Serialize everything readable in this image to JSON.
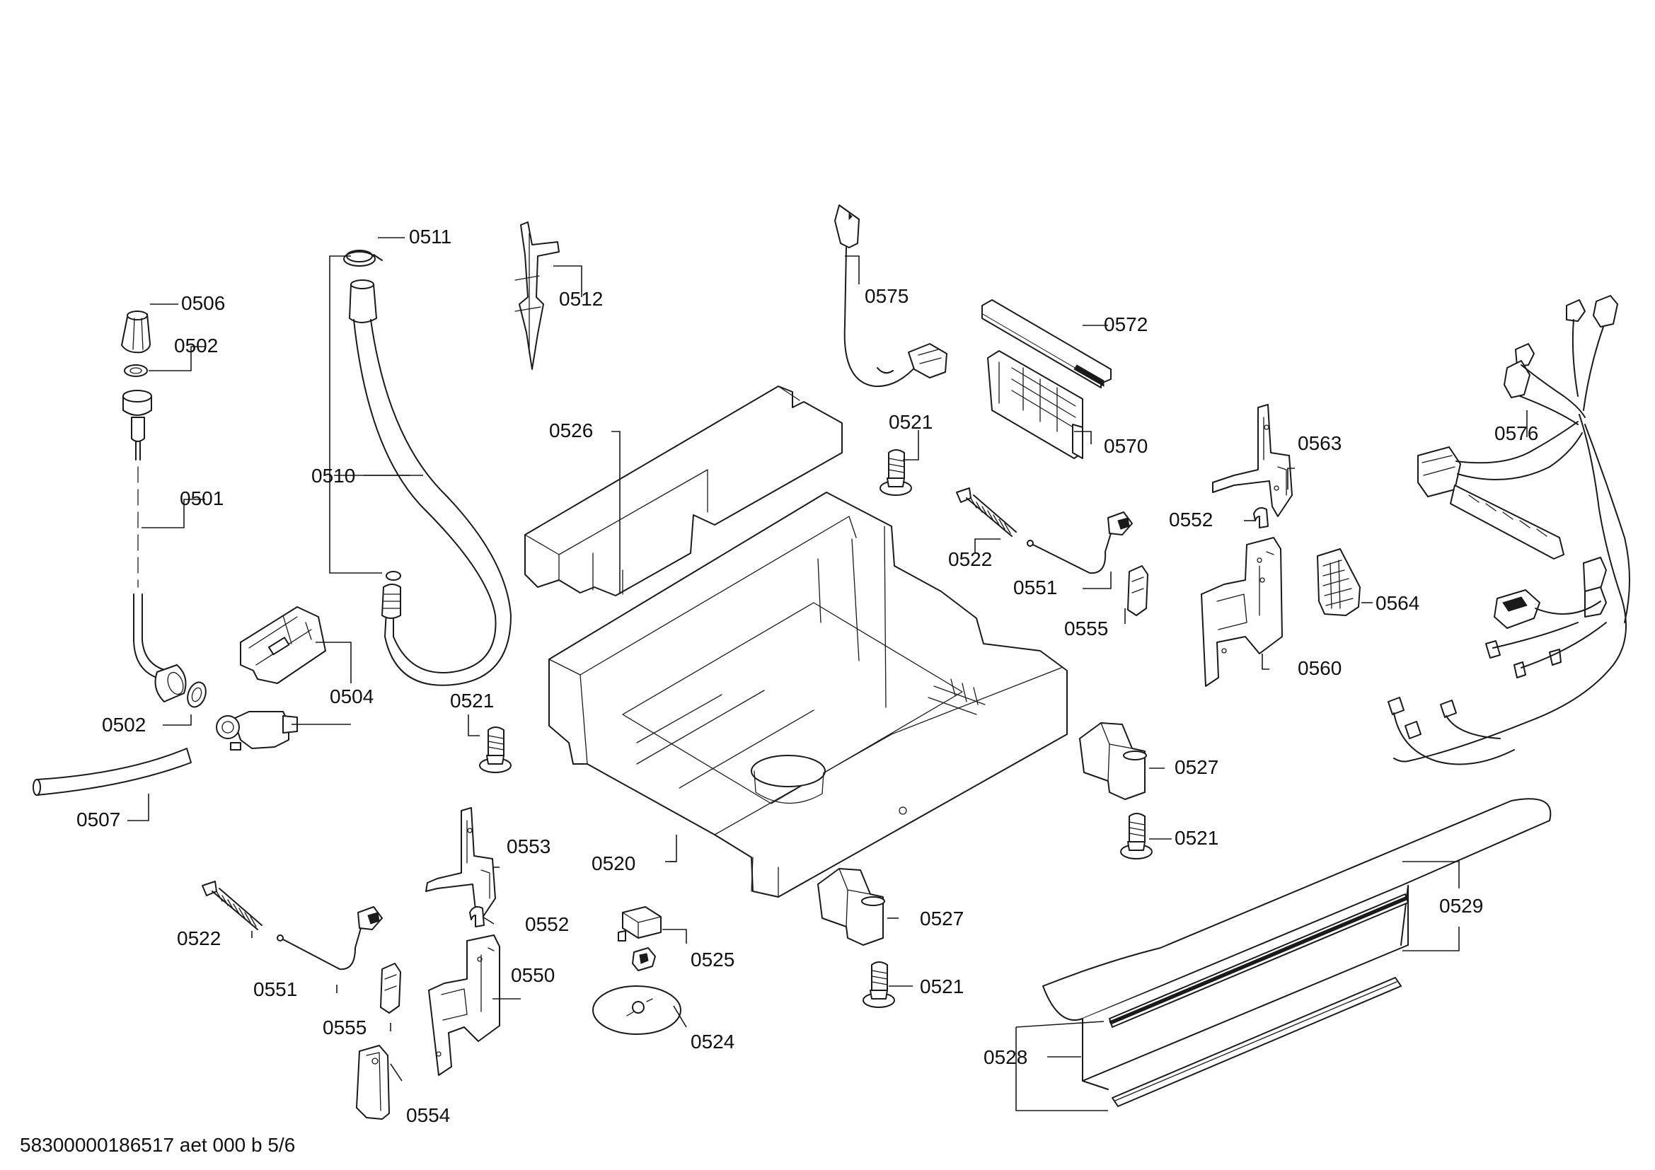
{
  "footer": {
    "drawing_code": "58300000186517 aet 000 b 5/6"
  },
  "labels": {
    "l0501": "0501",
    "l0502a": "0502",
    "l0502b": "0502",
    "l0504": "0504",
    "l0506": "0506",
    "l0507": "0507",
    "l0510": "0510",
    "l0511": "0511",
    "l0512": "0512",
    "l0520": "0520",
    "l0521a": "0521",
    "l0521b": "0521",
    "l0521c": "0521",
    "l0521d": "0521",
    "l0522a": "0522",
    "l0522b": "0522",
    "l0524": "0524",
    "l0525": "0525",
    "l0526": "0526",
    "l0527a": "0527",
    "l0527b": "0527",
    "l0528": "0528",
    "l0529": "0529",
    "l0550": "0550",
    "l0551a": "0551",
    "l0551b": "0551",
    "l0552a": "0552",
    "l0552b": "0552",
    "l0553": "0553",
    "l0554": "0554",
    "l0555a": "0555",
    "l0555b": "0555",
    "l0560": "0560",
    "l0563": "0563",
    "l0564": "0564",
    "l0570": "0570",
    "l0572": "0572",
    "l0575": "0575",
    "l0576": "0576"
  }
}
